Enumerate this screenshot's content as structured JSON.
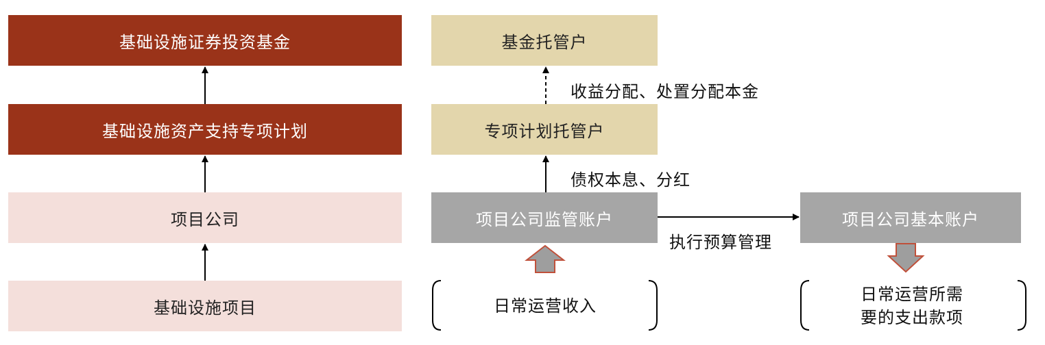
{
  "left_chain": {
    "fund": "基础设施证券投资基金",
    "abs_plan": "基础设施资产支持专项计划",
    "project_company": "项目公司",
    "infrastructure_project": "基础设施项目"
  },
  "right_flow": {
    "fund_custodian": "基金托管户",
    "plan_custodian": "专项计划托管户",
    "supervised_account": "项目公司监管账户",
    "basic_account": "项目公司基本账户",
    "label_distribution": "收益分配、处置分配本金",
    "label_interest": "债权本息、分红",
    "label_budget": "执行预算管理",
    "daily_income": "日常运营收入",
    "daily_expense_line1": "日常运营所需",
    "daily_expense_line2": "要的支出款项"
  },
  "colors": {
    "dark_red": "#9a3319",
    "light_pink": "#f4dfdb",
    "tan": "#e3d6ac",
    "gray": "#a6a6a6",
    "big_arrow_fill": "#9e9e9e",
    "big_arrow_stroke": "#c0503a"
  }
}
